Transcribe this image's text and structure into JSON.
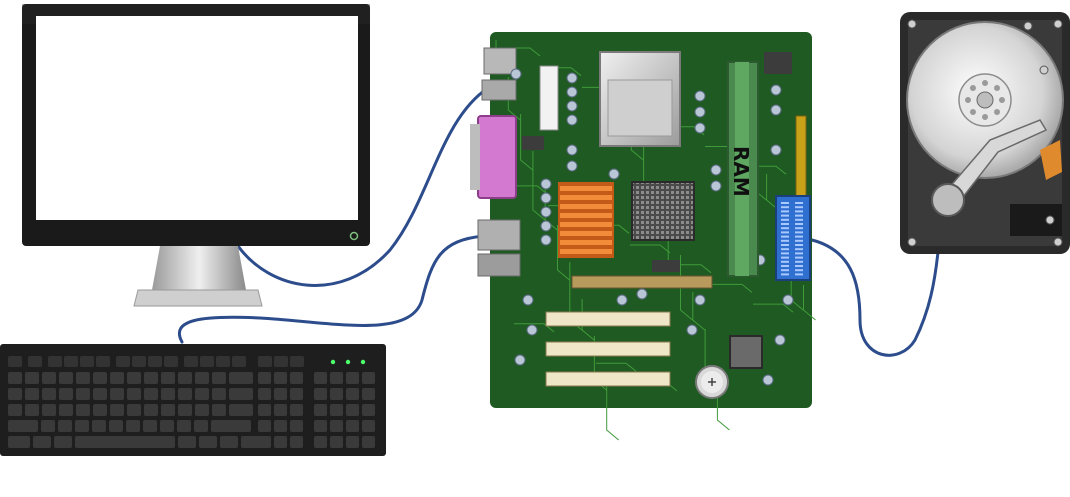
{
  "diagram": {
    "components": [
      "monitor",
      "keyboard",
      "motherboard",
      "hard-drive"
    ],
    "labels": {
      "ram": "RAM"
    },
    "colors": {
      "pcb": "#1f5a22",
      "trace": "#3f9b3a",
      "cable": "#2c4c8c",
      "vga_port": "#d37ad0",
      "heatsink": "#e7782a",
      "ram_slot": "#4a8a4e",
      "sata_port": "#2f6fd0",
      "ide_port": "#c9a21a",
      "monitor_frame": "#1a1a1a",
      "keyboard": "#1e1e1e"
    },
    "icons": [
      "power-button-icon",
      "keyboard-led-icon",
      "cmos-battery-icon"
    ]
  }
}
